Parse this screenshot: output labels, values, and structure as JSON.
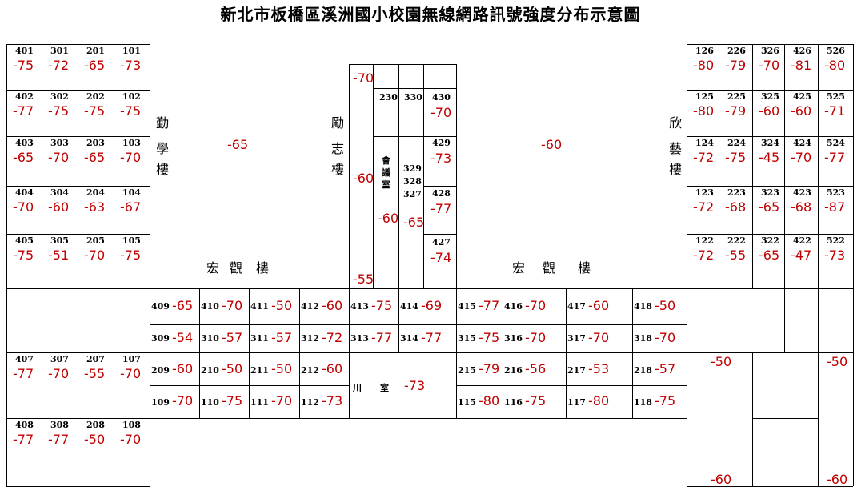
{
  "title": "新北市板橋區溪洲國小校園無線網路訊號強度分布示意圖",
  "labels": {
    "left_b1": "勤",
    "left_b2": "學",
    "left_b3": "樓",
    "mid_b1": "勵",
    "mid_b2": "志",
    "mid_b3": "樓",
    "right_b1": "欣",
    "right_b2": "藝",
    "right_b3": "樓",
    "hong1_a": "宏",
    "hong1_b": "觀",
    "hong1_c": "樓",
    "hong2_a": "宏",
    "hong2_b": "觀",
    "hong2_c": "樓",
    "meeting1": "會",
    "meeting2": "議",
    "meeting3": "室",
    "chuan1": "川",
    "chuan2": "室"
  },
  "field_values": {
    "left_yard": "-65",
    "right_yard": "-60",
    "corridor_top": "-70",
    "corridor_mid": "-60",
    "corridor_bot": "-55",
    "meeting": "-60",
    "r327_extra": "-65",
    "chuan": "-73",
    "br_tl": "-50",
    "br_tr": "-50",
    "br_bl": "-60",
    "br_br": "-60"
  },
  "left_rooms": [
    [
      "401",
      "-75"
    ],
    [
      "301",
      "-72"
    ],
    [
      "201",
      "-65"
    ],
    [
      "101",
      "-73"
    ],
    [
      "402",
      "-77"
    ],
    [
      "302",
      "-75"
    ],
    [
      "202",
      "-75"
    ],
    [
      "102",
      "-75"
    ],
    [
      "403",
      "-65"
    ],
    [
      "303",
      "-70"
    ],
    [
      "203",
      "-65"
    ],
    [
      "103",
      "-70"
    ],
    [
      "404",
      "-70"
    ],
    [
      "304",
      "-60"
    ],
    [
      "204",
      "-63"
    ],
    [
      "104",
      "-67"
    ],
    [
      "405",
      "-75"
    ],
    [
      "305",
      "-51"
    ],
    [
      "205",
      "-70"
    ],
    [
      "105",
      "-75"
    ],
    [
      "407",
      "-77"
    ],
    [
      "307",
      "-70"
    ],
    [
      "207",
      "-55"
    ],
    [
      "107",
      "-70"
    ],
    [
      "408",
      "-77"
    ],
    [
      "308",
      "-77"
    ],
    [
      "208",
      "-50"
    ],
    [
      "108",
      "-70"
    ]
  ],
  "right_rooms": [
    [
      "126",
      "-80"
    ],
    [
      "226",
      "-79"
    ],
    [
      "326",
      "-70"
    ],
    [
      "426",
      "-81"
    ],
    [
      "526",
      "-80"
    ],
    [
      "125",
      "-80"
    ],
    [
      "225",
      "-79"
    ],
    [
      "325",
      "-60"
    ],
    [
      "425",
      "-60"
    ],
    [
      "525",
      "-71"
    ],
    [
      "124",
      "-72"
    ],
    [
      "224",
      "-75"
    ],
    [
      "324",
      "-45"
    ],
    [
      "424",
      "-70"
    ],
    [
      "524",
      "-77"
    ],
    [
      "123",
      "-72"
    ],
    [
      "223",
      "-68"
    ],
    [
      "323",
      "-65"
    ],
    [
      "423",
      "-68"
    ],
    [
      "523",
      "-87"
    ],
    [
      "122",
      "-72"
    ],
    [
      "222",
      "-55"
    ],
    [
      "322",
      "-65"
    ],
    [
      "422",
      "-47"
    ],
    [
      "522",
      "-73"
    ]
  ],
  "center_rooms": [
    [
      "230",
      ""
    ],
    [
      "330",
      ""
    ],
    [
      "430",
      "-70"
    ],
    [
      "429",
      "-73"
    ],
    [
      "329",
      ""
    ],
    [
      "328",
      ""
    ],
    [
      "327",
      ""
    ],
    [
      "428",
      "-77"
    ],
    [
      "427",
      "-74"
    ]
  ],
  "bottom_rooms": [
    [
      "409",
      "-65"
    ],
    [
      "410",
      "-70"
    ],
    [
      "411",
      "-50"
    ],
    [
      "412",
      "-60"
    ],
    [
      "413",
      "-75"
    ],
    [
      "414",
      "-69"
    ],
    [
      "415",
      "-77"
    ],
    [
      "416",
      "-70"
    ],
    [
      "417",
      "-60"
    ],
    [
      "418",
      "-50"
    ],
    [
      "309",
      "-54"
    ],
    [
      "310",
      "-57"
    ],
    [
      "311",
      "-57"
    ],
    [
      "312",
      "-72"
    ],
    [
      "313",
      "-77"
    ],
    [
      "314",
      "-77"
    ],
    [
      "315",
      "-75"
    ],
    [
      "316",
      "-70"
    ],
    [
      "317",
      "-70"
    ],
    [
      "318",
      "-70"
    ],
    [
      "209",
      "-60"
    ],
    [
      "210",
      "-50"
    ],
    [
      "211",
      "-50"
    ],
    [
      "212",
      "-60"
    ],
    [
      "215",
      "-79"
    ],
    [
      "216",
      "-56"
    ],
    [
      "217",
      "-53"
    ],
    [
      "218",
      "-57"
    ],
    [
      "109",
      "-70"
    ],
    [
      "110",
      "-75"
    ],
    [
      "111",
      "-70"
    ],
    [
      "112",
      "-73"
    ],
    [
      "115",
      "-80"
    ],
    [
      "116",
      "-75"
    ],
    [
      "117",
      "-80"
    ],
    [
      "118",
      "-75"
    ]
  ]
}
